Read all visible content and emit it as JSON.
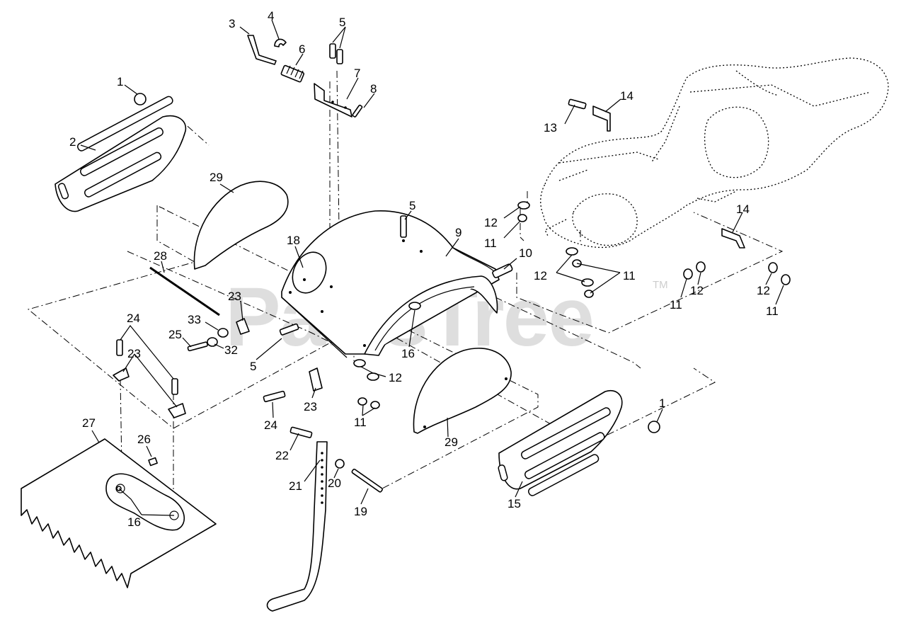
{
  "watermark": {
    "text": "PartsTree",
    "trademark": "TM"
  },
  "callouts": [
    {
      "key": "c1a",
      "label": "1"
    },
    {
      "key": "c2",
      "label": "2"
    },
    {
      "key": "c3",
      "label": "3"
    },
    {
      "key": "c4",
      "label": "4"
    },
    {
      "key": "c5a",
      "label": "5"
    },
    {
      "key": "c6",
      "label": "6"
    },
    {
      "key": "c7",
      "label": "7"
    },
    {
      "key": "c8",
      "label": "8"
    },
    {
      "key": "c29a",
      "label": "29"
    },
    {
      "key": "c18",
      "label": "18"
    },
    {
      "key": "c5b",
      "label": "5"
    },
    {
      "key": "c9",
      "label": "9"
    },
    {
      "key": "c28",
      "label": "28"
    },
    {
      "key": "c23a",
      "label": "23"
    },
    {
      "key": "c33",
      "label": "33"
    },
    {
      "key": "c25",
      "label": "25"
    },
    {
      "key": "c32",
      "label": "32"
    },
    {
      "key": "c5c",
      "label": "5"
    },
    {
      "key": "c24a",
      "label": "24"
    },
    {
      "key": "c23b",
      "label": "23"
    },
    {
      "key": "c10",
      "label": "10"
    },
    {
      "key": "c16a",
      "label": "16"
    },
    {
      "key": "c12a",
      "label": "12"
    },
    {
      "key": "c11a",
      "label": "11"
    },
    {
      "key": "c23c",
      "label": "23"
    },
    {
      "key": "c24b",
      "label": "24"
    },
    {
      "key": "c27",
      "label": "27"
    },
    {
      "key": "c26",
      "label": "26"
    },
    {
      "key": "c22",
      "label": "22"
    },
    {
      "key": "c21",
      "label": "21"
    },
    {
      "key": "c20",
      "label": "20"
    },
    {
      "key": "c19",
      "label": "19"
    },
    {
      "key": "c16b",
      "label": "16"
    },
    {
      "key": "c29b",
      "label": "29"
    },
    {
      "key": "c15",
      "label": "15"
    },
    {
      "key": "c1b",
      "label": "1"
    },
    {
      "key": "c13",
      "label": "13"
    },
    {
      "key": "c14a",
      "label": "14"
    },
    {
      "key": "c12b",
      "label": "12"
    },
    {
      "key": "c11b",
      "label": "11"
    },
    {
      "key": "c12c",
      "label": "12"
    },
    {
      "key": "c11c",
      "label": "11"
    },
    {
      "key": "c14b",
      "label": "14"
    },
    {
      "key": "c11d",
      "label": "11"
    },
    {
      "key": "c12d",
      "label": "12"
    },
    {
      "key": "c12e",
      "label": "12"
    },
    {
      "key": "c11e",
      "label": "11"
    }
  ]
}
